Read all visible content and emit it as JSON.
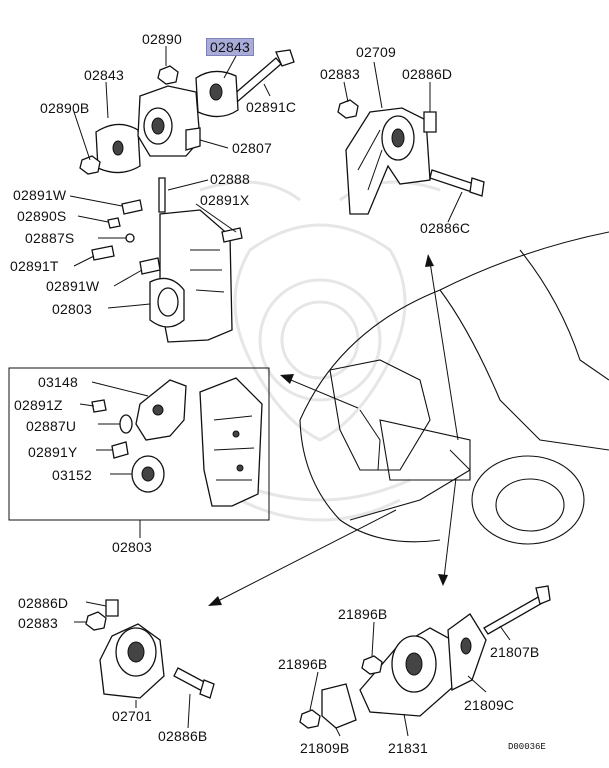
{
  "diagram": {
    "highlighted_part": "02843",
    "diagram_code": "D00036E",
    "labels": {
      "p02890_top": "02890",
      "p02843_hl": "02843",
      "p02843_left": "02843",
      "p02891C": "02891C",
      "p02890B": "02890B",
      "p02807": "02807",
      "p02888": "02888",
      "p02891W_a": "02891W",
      "p02891X": "02891X",
      "p02890S": "02890S",
      "p02887S": "02887S",
      "p02891T": "02891T",
      "p02891W_b": "02891W",
      "p02803_top": "02803",
      "p02709": "02709",
      "p02883_top": "02883",
      "p02886D_top": "02886D",
      "p02886C": "02886C",
      "p03148": "03148",
      "p02891Z": "02891Z",
      "p02887U": "02887U",
      "p02891Y": "02891Y",
      "p03152": "03152",
      "p02803_box": "02803",
      "p02886D_bot": "02886D",
      "p02883_bot": "02883",
      "p02701": "02701",
      "p02886B": "02886B",
      "p21896B_a": "21896B",
      "p21807B": "21807B",
      "p21896B_b": "21896B",
      "p21809C": "21809C",
      "p21809B": "21809B",
      "p21831": "21831"
    }
  }
}
